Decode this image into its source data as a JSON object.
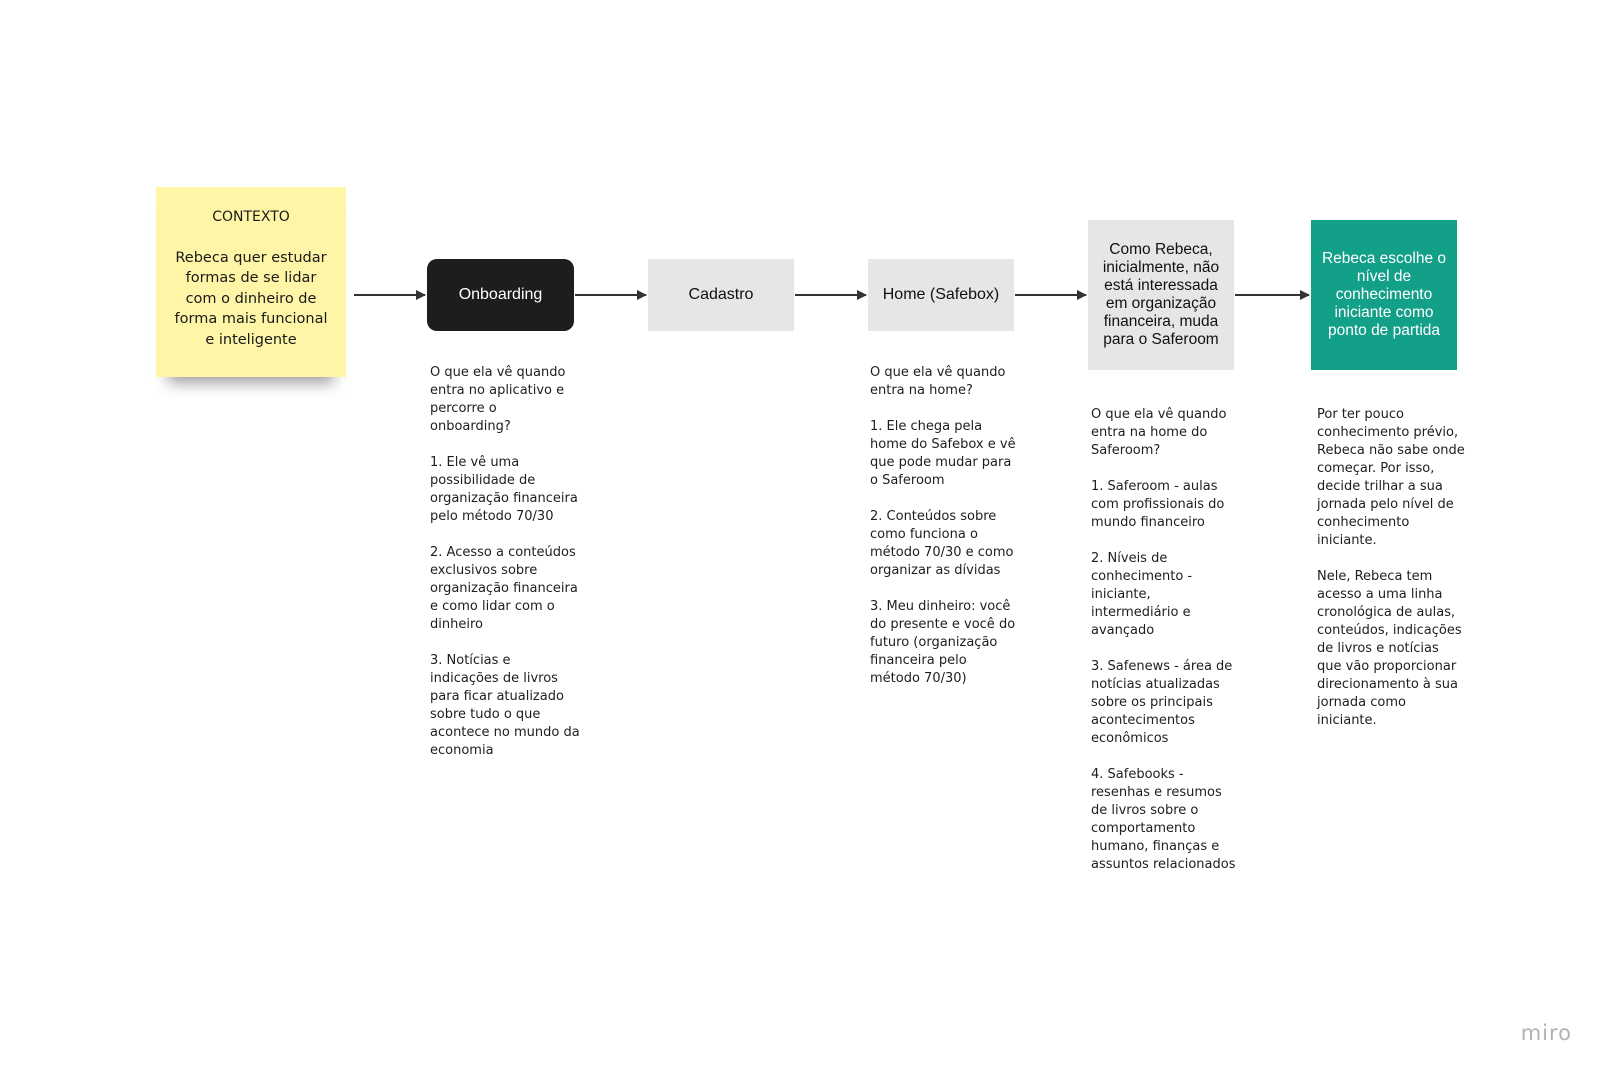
{
  "sticky": {
    "title": "CONTEXTO",
    "text": "Rebeca quer estudar formas de se lidar com o dinheiro de forma mais funcional e inteligente"
  },
  "flow": {
    "onboarding": "Onboarding",
    "cadastro": "Cadastro",
    "home": "Home (Safebox)",
    "saferoom": "Como Rebeca, inicialmente, não está interessada em organização financeira, muda para o Saferoom",
    "nivel": "Rebeca escolhe o nível de conhecimento iniciante como ponto de partida"
  },
  "notes": {
    "onboarding": "O que ela vê quando entra no aplicativo e percorre o onboarding?\n\n1. Ele vê uma possibilidade de organização financeira pelo método 70/30\n\n2. Acesso a conteúdos exclusivos sobre organização financeira e como lidar com o dinheiro\n\n3. Notícias e indicações de livros para ficar atualizado sobre tudo o que acontece no mundo da economia",
    "home": "O que ela vê quando entra na home?\n\n1. Ele chega pela home do Safebox e vê que pode mudar para o Saferoom\n\n2. Conteúdos sobre como funciona o método 70/30 e como organizar as dívidas\n\n3. Meu dinheiro: você do presente e você do futuro (organização financeira pelo método 70/30)",
    "saferoom": "O que ela vê quando entra na home do Saferoom?\n\n1. Saferoom - aulas com profissionais do mundo financeiro\n\n2. Níveis de conhecimento - iniciante, intermediário e avançado\n\n3. Safenews - área de notícias atualizadas sobre os principais acontecimentos econômicos\n\n4. Safebooks - resenhas e resumos de livros sobre o comportamento humano, finanças e assuntos relacionados",
    "nivel": "Por ter pouco conhecimento prévio, Rebeca não sabe onde começar. Por isso, decide trilhar a sua jornada pelo nível de conhecimento iniciante.\n\nNele, Rebeca tem acesso a uma linha cronológica de aulas, conteúdos, indicações de livros e notícias que vão proporcionar direcionamento à sua jornada como iniciante."
  },
  "branding": {
    "logo_text": "miro"
  },
  "colors": {
    "sticky": "#fef6a6",
    "dark_box": "#1d1d1d",
    "gray_box": "#e6e6e6",
    "teal_box": "#13a088",
    "arrow": "#333333"
  }
}
